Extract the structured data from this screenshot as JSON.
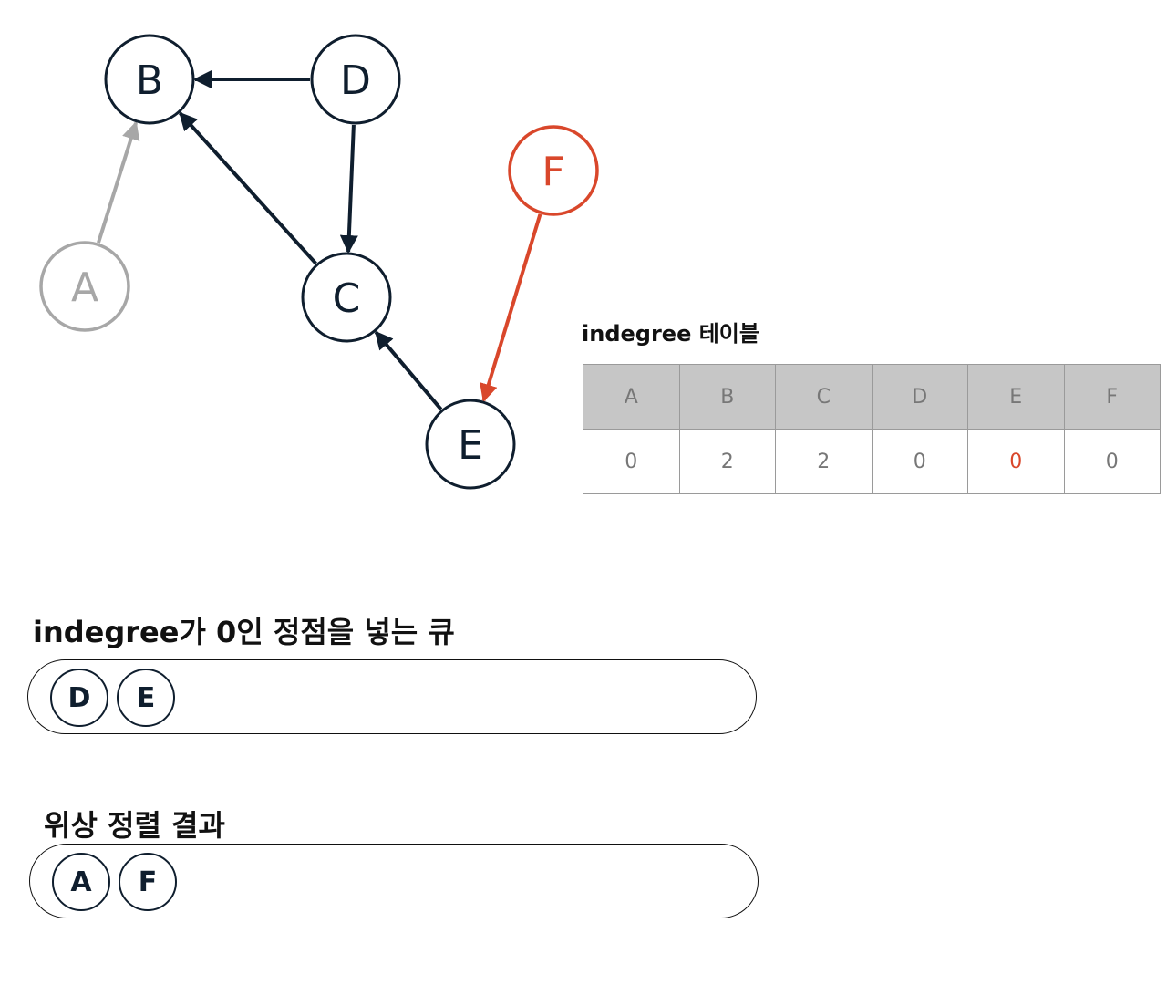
{
  "graph": {
    "nodes": [
      {
        "id": "B",
        "label": "B",
        "state": "normal"
      },
      {
        "id": "D",
        "label": "D",
        "state": "normal"
      },
      {
        "id": "F",
        "label": "F",
        "state": "highlight"
      },
      {
        "id": "A",
        "label": "A",
        "state": "removed"
      },
      {
        "id": "C",
        "label": "C",
        "state": "normal"
      },
      {
        "id": "E",
        "label": "E",
        "state": "normal"
      }
    ],
    "edges": [
      {
        "from": "D",
        "to": "B",
        "state": "normal"
      },
      {
        "from": "A",
        "to": "B",
        "state": "removed"
      },
      {
        "from": "C",
        "to": "B",
        "state": "normal"
      },
      {
        "from": "D",
        "to": "C",
        "state": "normal"
      },
      {
        "from": "E",
        "to": "C",
        "state": "normal"
      },
      {
        "from": "F",
        "to": "E",
        "state": "highlight"
      }
    ]
  },
  "colors": {
    "normal": "#0f1e2e",
    "removed": "#a7a7a7",
    "highlight": "#d9472b",
    "table_header_bg": "#c6c6c6",
    "table_text": "#777777"
  },
  "indegree_table": {
    "title": "indegree 테이블",
    "headers": [
      "A",
      "B",
      "C",
      "D",
      "E",
      "F"
    ],
    "values": [
      "0",
      "2",
      "2",
      "0",
      "0",
      "0"
    ],
    "highlight_index": 4
  },
  "queue": {
    "title": "indegree가 0인 정점을 넣는 큐",
    "items": [
      "D",
      "E"
    ]
  },
  "result": {
    "title": "위상 정렬 결과",
    "items": [
      "A",
      "F"
    ]
  }
}
